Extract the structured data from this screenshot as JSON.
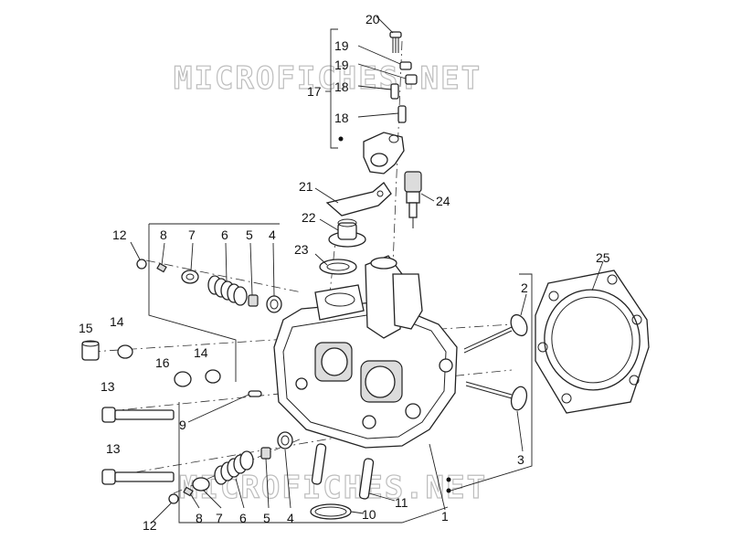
{
  "watermark": {
    "text_top": "MICROFICHES.NET",
    "text_bottom": "MICROFICHES.NET"
  },
  "callouts": {
    "c20": "20",
    "c19a": "19",
    "c19b": "19",
    "c18a": "18",
    "c18b": "18",
    "c17": "17",
    "c21": "21",
    "c24": "24",
    "c22": "22",
    "c23": "23",
    "c25": "25",
    "c12a": "12",
    "c8a": "8",
    "c7a": "7",
    "c6a": "6",
    "c5a": "5",
    "c4a": "4",
    "c15": "15",
    "c14a": "14",
    "c16": "16",
    "c14b": "14",
    "c2": "2",
    "c13a": "13",
    "c9": "9",
    "c3": "3",
    "c13b": "13",
    "c11": "11",
    "c12b": "12",
    "c8b": "8",
    "c7b": "7",
    "c6b": "6",
    "c5b": "5",
    "c4b": "4",
    "c10": "10",
    "c1": "1"
  }
}
